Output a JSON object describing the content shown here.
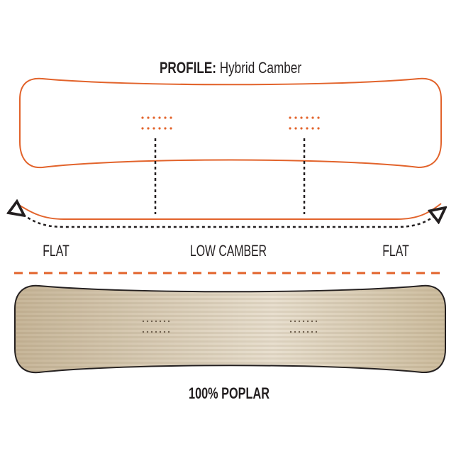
{
  "title": {
    "prefix": "PROFILE:",
    "value": "Hybrid Camber"
  },
  "profile_labels": {
    "left": "FLAT",
    "center": "LOW CAMBER",
    "right": "FLAT"
  },
  "core_label": "100% POPLAR",
  "colors": {
    "accent": "#e2632b",
    "ink": "#231f20",
    "wood_light": "#e6dccb",
    "wood_dark": "#c9b89c"
  }
}
